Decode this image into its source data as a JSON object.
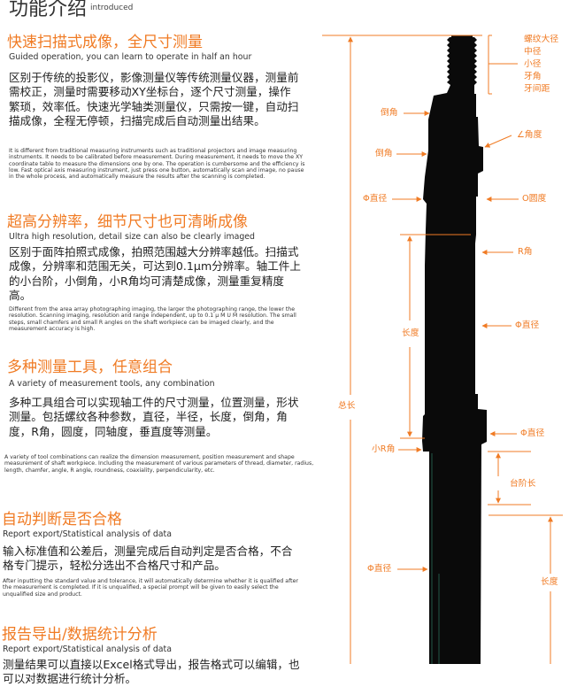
{
  "header": {
    "title": "功能介绍",
    "subtitle": "introduced"
  },
  "sections": [
    {
      "title": "快速扫描式成像，全尺寸测量",
      "subtitle": "Guided operation, you can learn to operate in half an hour",
      "body_zh": "区别于传统的投影仪，影像测量仪等传统测量仪器，测量前需校正，测量时需要移动XY坐标台，逐个尺寸测量，操作繁琐，效率低。快速光学轴类测量仪，只需按一键，自动扫描成像，全程无停顿，扫描完成后自动测量出结果。",
      "body_en": "It is different from traditional measuring instruments such as traditional projectors and image measuring instruments. It needs to be calibrated before measurement. During measurement, it needs to move the XY coordinate table to measure the dimensions one by one. The operation is cumbersome and the efficiency is low. Fast optical axis measuring instrument, just press one button, automatically scan and image, no pause in the whole process, and automatically measure the results after the scanning is completed."
    },
    {
      "title": "超高分辨率，细节尺寸也可清晰成像",
      "subtitle": "Ultra high resolution, detail size can also be clearly imaged",
      "body_zh": "区别于面阵拍照式成像，拍照范围越大分辨率越低。扫描式成像，分辨率和范围无关，可达到0.1μm分辨率。轴工件上的小台阶，小倒角，小R角均可清楚成像，测量重复精度高。",
      "body_en": "Different from the area array photographing imaging, the larger the photographing range, the lower the resolution. Scanning imaging, resolution and range independent, up to 0.1 μ M U M resolution. The small steps, small chamfers and small R angles on the shaft workpiece can be imaged clearly, and the measurement accuracy is high."
    },
    {
      "title": "多种测量工具，任意组合",
      "subtitle": "A variety of measurement tools, any combination",
      "body_zh": "多种工具组合可以实现轴工件的尺寸测量，位置测量，形状测量。包括螺纹各种参数，直径，半径，长度，倒角，角度，R角，圆度，同轴度，垂直度等测量。",
      "body_en": "A variety of tool combinations can realize the dimension measurement, position measurement and shape measurement of shaft workpiece. Including the measurement of various parameters of thread, diameter, radius, length, chamfer, angle, R angle, roundness, coaxiality, perpendicularity, etc."
    },
    {
      "title": "自动判断是否合格",
      "subtitle": "Report export/Statistical analysis of data",
      "body_zh": "输入标准值和公差后，测量完成后自动判定是否合格，不合格专门提示，轻松分选出不合格尺寸和产品。",
      "body_en": "After inputting the standard value and tolerance, it will automatically determine whether it is qualified after the measurement is completed. If it is unqualified, a special prompt will be given to easily select the unqualified size and product."
    },
    {
      "title": "报告导出/数据统计分析",
      "subtitle": "Report export/Statistical analysis of data",
      "body_zh": "测量结果可以直接以Excel格式导出，报告格式可以编辑，也可以对数据进行统计分析。"
    }
  ],
  "diagram": {
    "thread_labels": [
      "螺纹大径",
      "中径",
      "小径",
      "牙角",
      "牙间距"
    ],
    "chamfer_1": "倒角",
    "chamfer_2": "倒角",
    "angle": "∠角度",
    "diameter_1": "Φ直径",
    "roundness": "O圆度",
    "r_angle": "R角",
    "diameter_2": "Φ直径",
    "length_1": "长度",
    "total_length": "总长",
    "diameter_3": "Φ直径",
    "small_r_angle": "小R角",
    "step_length": "台阶长",
    "diameter_4": "Φ直径",
    "length_2": "长度",
    "colors": {
      "accent": "#f07b24",
      "shaft": "#0a0a0a"
    }
  }
}
